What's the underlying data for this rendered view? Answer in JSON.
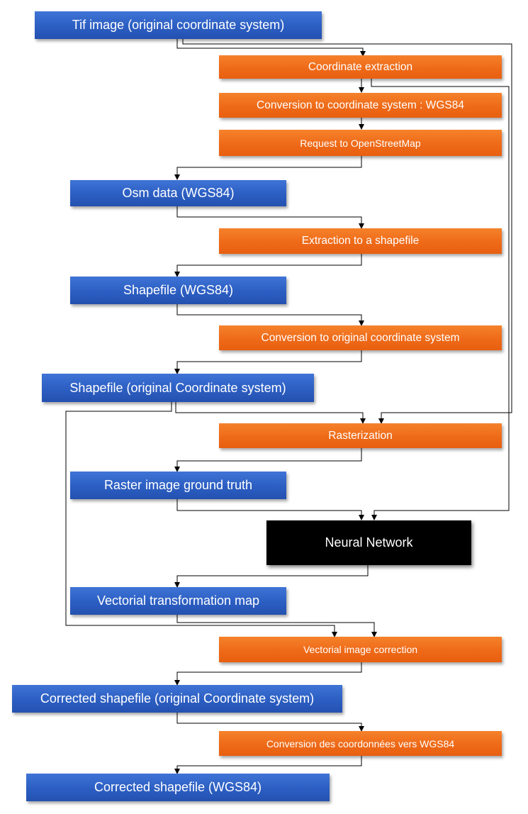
{
  "nodes": {
    "tif_image": "Tif image (original coordinate system)",
    "coordinate_extraction": "Coordinate extraction",
    "conversion_wgs84": "Conversion to coordinate system : WGS84",
    "request_osm": "Request to OpenStreetMap",
    "osm_data": "Osm data (WGS84)",
    "extraction_shapefile": "Extraction to a shapefile",
    "shapefile_wgs84": "Shapefile (WGS84)",
    "conversion_original": "Conversion to original coordinate system",
    "shapefile_original": "Shapefile (original Coordinate system)",
    "rasterization": "Rasterization",
    "raster_ground_truth": "Raster image ground truth",
    "neural_network": "Neural Network",
    "vectorial_map": "Vectorial transformation map",
    "vectorial_correction": "Vectorial image correction",
    "corrected_original": "Corrected shapefile (original Coordinate system)",
    "conversion_coord_wgs84": "Conversion des coordonnées vers WGS84",
    "corrected_wgs84": "Corrected shapefile (WGS84)"
  },
  "colors": {
    "data_node": "#2c5ec2",
    "process_node": "#ee6a18",
    "network_node": "#000000",
    "connector": "#000000"
  }
}
